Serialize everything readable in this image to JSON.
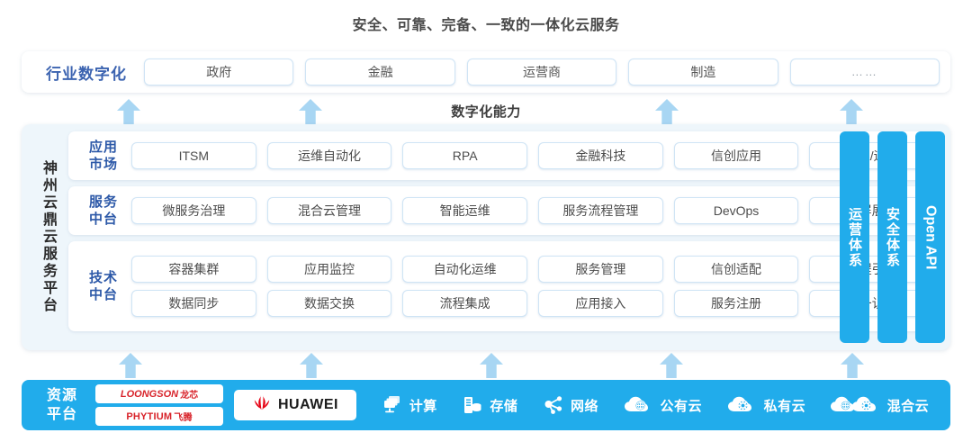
{
  "title": "安全、可靠、完备、一致的一体化云服务",
  "industry": {
    "label": "行业数字化",
    "chips": [
      "政府",
      "金融",
      "运营商",
      "制造",
      "……"
    ]
  },
  "capability_label": "数字化能力",
  "platform": {
    "side_label": "神州云鼎云服务平台",
    "layers": [
      {
        "label_line1": "应用",
        "label_line2": "市场",
        "rows": [
          [
            "ITSM",
            "运维自动化",
            "RPA",
            "金融科技",
            "信创应用",
            "运维/运营"
          ]
        ]
      },
      {
        "label_line1": "服务",
        "label_line2": "中台",
        "rows": [
          [
            "微服务治理",
            "混合云管理",
            "智能运维",
            "服务流程管理",
            "DevOps",
            "大屏展示"
          ]
        ]
      },
      {
        "label_line1": "技术",
        "label_line2": "中台",
        "rows": [
          [
            "容器集群",
            "应用监控",
            "自动化运维",
            "服务管理",
            "信创适配",
            "流程引擎"
          ],
          [
            "数据同步",
            "数据交换",
            "流程集成",
            "应用接入",
            "服务注册",
            "统一认证"
          ]
        ]
      }
    ]
  },
  "vertical_bars": [
    {
      "text": "运营体系",
      "latin": false
    },
    {
      "text": "安全体系",
      "latin": false
    },
    {
      "text": "Open API",
      "latin": true
    }
  ],
  "resource": {
    "label_line1": "资源",
    "label_line2": "平台",
    "logos": [
      {
        "main": "LOONGSON",
        "cn": "龙芯"
      },
      {
        "main": "PHYTIUM",
        "cn": "飞腾"
      }
    ],
    "huawei": {
      "name": "HUAWEI",
      "icon": "huawei-flower-icon"
    },
    "items": [
      {
        "label": "计算",
        "icon": "servers-stack-icon"
      },
      {
        "label": "存储",
        "icon": "storage-disk-icon"
      },
      {
        "label": "网络",
        "icon": "network-nodes-icon"
      },
      {
        "label": "公有云",
        "icon": "public-cloud-globe-icon"
      },
      {
        "label": "私有云",
        "icon": "private-cloud-gear-icon"
      },
      {
        "label": "混合云",
        "icon": "hybrid-cloud-icon"
      }
    ]
  },
  "arrows": {
    "top_row": [
      130,
      332,
      728,
      933
    ],
    "bottom_row": [
      132,
      333,
      533,
      733,
      934
    ]
  },
  "colors": {
    "accent_blue": "#21aceb",
    "arrow_blue": "#a8d6f3",
    "label_blue": "#2d59a8",
    "industry_blue": "#3b63b0",
    "panel_bg": "#eef6fb",
    "chip_border": "#cfe4f5",
    "logo_red": "#d8232a"
  }
}
